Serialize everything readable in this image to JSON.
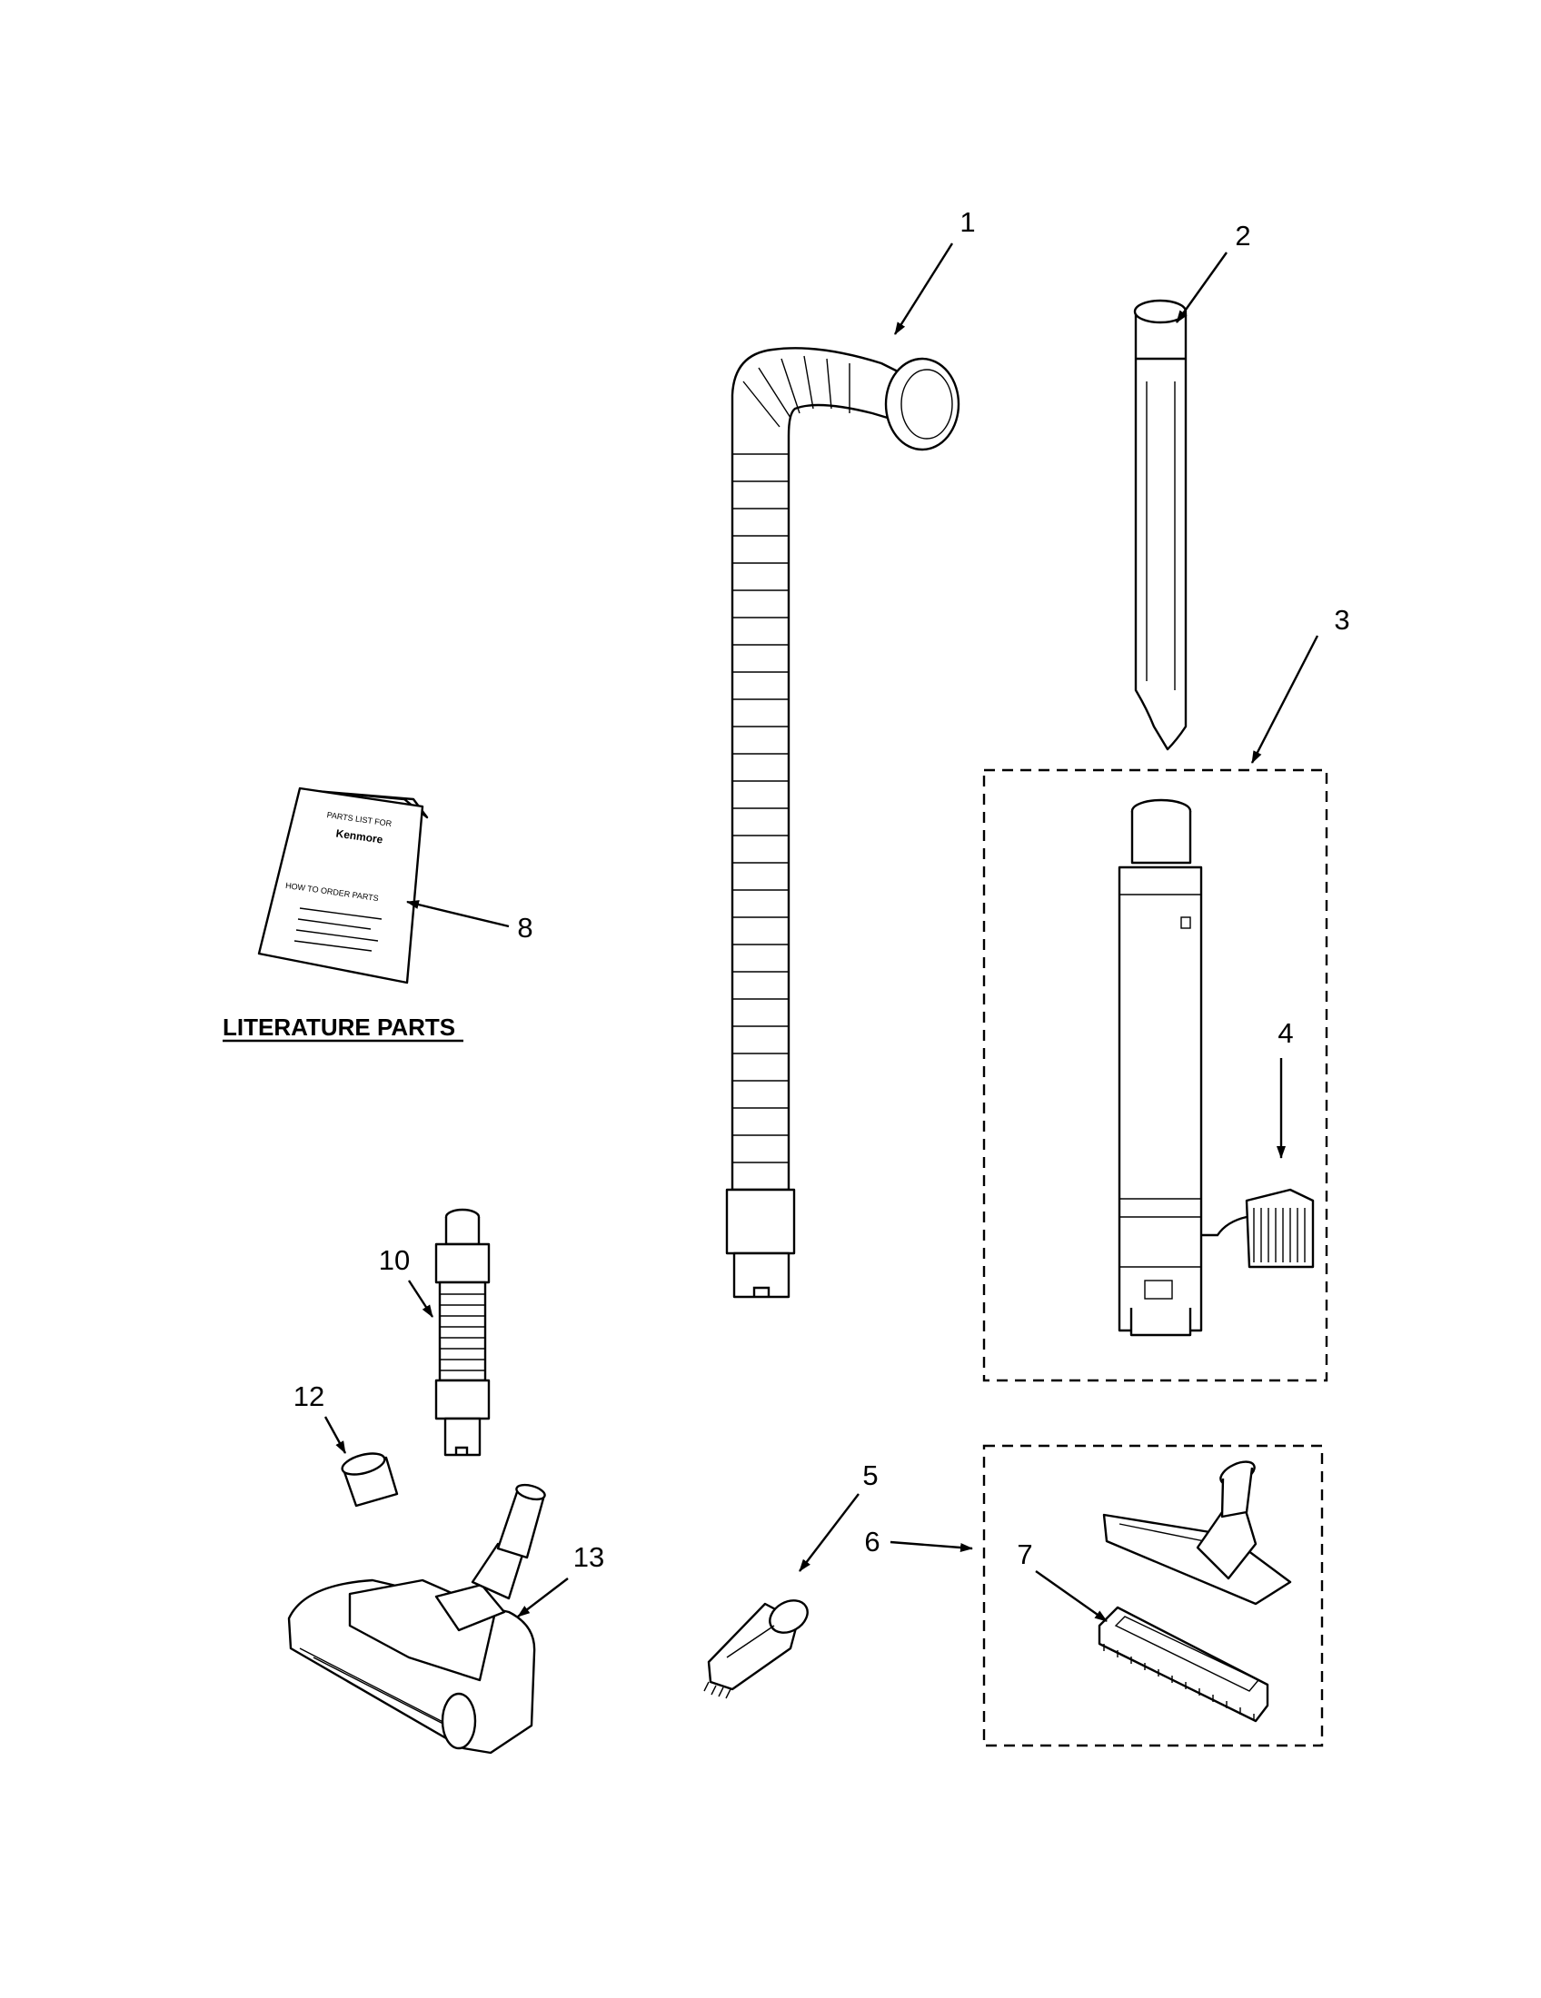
{
  "callouts": {
    "c1": "1",
    "c2": "2",
    "c3": "3",
    "c4": "4",
    "c5": "5",
    "c6": "6",
    "c7": "7",
    "c8": "8",
    "c10": "10",
    "c12": "12",
    "c13": "13"
  },
  "literature_title": "LITERATURE PARTS",
  "booklet": {
    "header": "PARTS LIST FOR",
    "brand": "Kenmore",
    "order_heading": "HOW TO ORDER PARTS"
  }
}
